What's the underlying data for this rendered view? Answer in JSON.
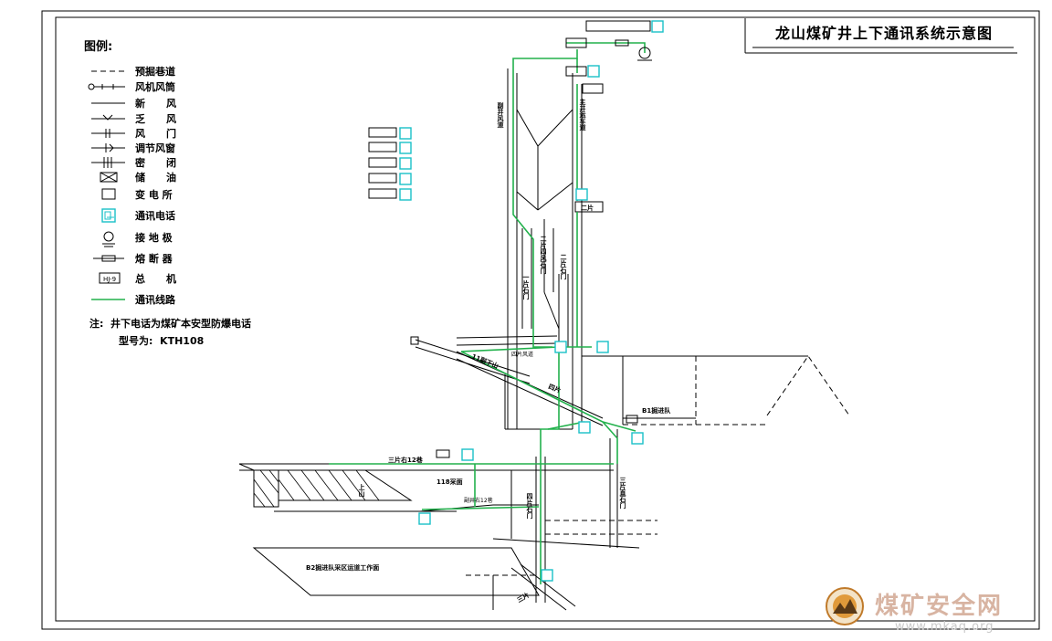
{
  "title": "龙山煤矿井上下通讯系统示意图",
  "legend": {
    "heading": "图例:",
    "items": [
      {
        "label": "预掘巷道",
        "icon": "dashed-line-icon"
      },
      {
        "label": "风机风筒",
        "icon": "fan-duct-icon"
      },
      {
        "label": "新      风",
        "icon": "fresh-air-icon"
      },
      {
        "label": "乏      风",
        "icon": "return-air-icon"
      },
      {
        "label": "风      门",
        "icon": "air-door-icon"
      },
      {
        "label": "调节风窗",
        "icon": "regulator-window-icon"
      },
      {
        "label": "密      闭",
        "icon": "seal-icon"
      },
      {
        "label": "储      油",
        "icon": "oil-storage-icon"
      },
      {
        "label": "变 电 所",
        "icon": "substation-icon"
      },
      {
        "label": "通讯电话",
        "icon": "telephone-icon"
      },
      {
        "label": "接 地 极",
        "icon": "ground-electrode-icon"
      },
      {
        "label": "熔 断 器",
        "icon": "fuse-icon"
      },
      {
        "label": "总      机",
        "icon": "switchboard-icon"
      },
      {
        "label": "通讯线路",
        "icon": "comm-line-icon"
      }
    ],
    "switchboard_box": "HJ-9",
    "note_line1": "注:  井下电话为煤矿本安型防爆电话",
    "note_line2": "型号为:  KTH108"
  },
  "diagram": {
    "shaft_return": "副井风道",
    "shaft_main": "主井运车道",
    "label_erpian": "二片",
    "label_erpian_fengshimen": "二片四风石门",
    "label_erpian_shimen2": "二片石门",
    "label_yipian_shimen": "一片石门",
    "label_11_road": "11副下山",
    "label_sipian": "四片",
    "label_sanpian_12": "三片右12巷",
    "label_sanpian_shimen": "三片直石门",
    "label_118": "118采面",
    "label_sipian_shimen": "四片石门",
    "label_b1": "B1掘进队",
    "label_b2": "B2掘进队采区运道工作面",
    "label_shangshan": "上山",
    "label_gaoerlu": "副井右12巷",
    "label_upper_left": "四片风道",
    "label_sanpian_bottom": "三片"
  },
  "watermark": {
    "text": "煤矿安全网",
    "url": "www.mkaq.org"
  }
}
